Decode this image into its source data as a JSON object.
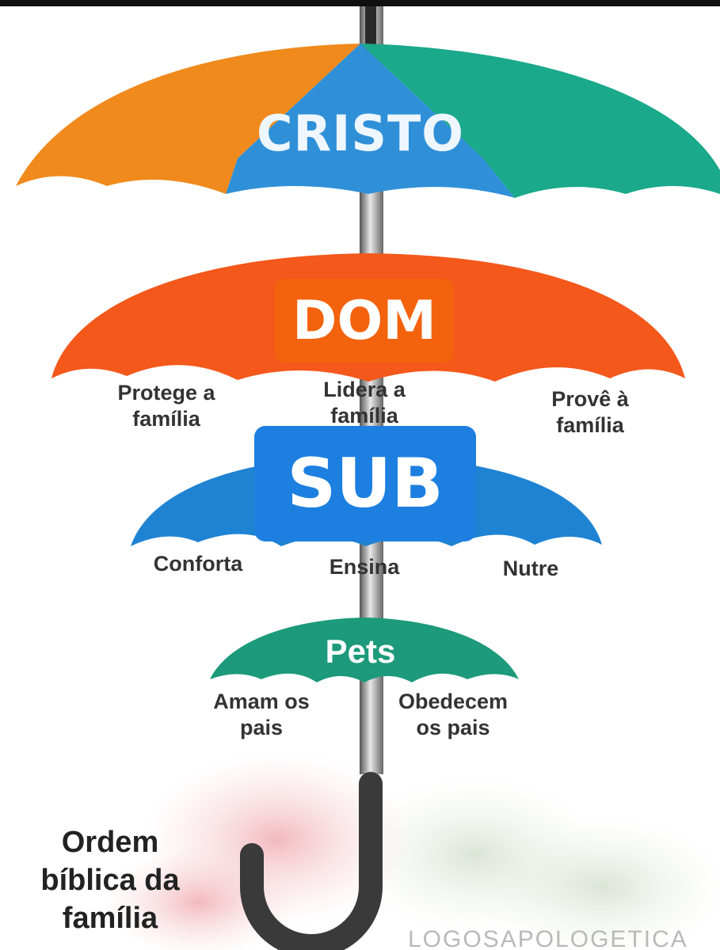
{
  "diagram": {
    "top_umbrella": {
      "label": "CRISTO",
      "colors": [
        "#f08a1c",
        "#2e8fd6",
        "#1aa889"
      ]
    },
    "dom": {
      "label": "DOM",
      "color": "#f3620d",
      "canopy_color": "#f4581b"
    },
    "dom_labels": [
      "Protege a\nfamília",
      "Lidera a\nfamília",
      "Provê à\nfamília"
    ],
    "sub": {
      "label": "SUB",
      "color": "#1d7fe0",
      "canopy_color": "#1f83d3"
    },
    "sub_labels": [
      "Conforta",
      "Ensina",
      "Nutre"
    ],
    "pets": {
      "label": "Pets",
      "color": "#1c9a7b"
    },
    "pets_labels": [
      "Amam os\npais",
      "Obedecem\nos pais"
    ],
    "caption": "Ordem\nbíblica da\nfamília",
    "watermark": "LOGOSAPOLOGETICA",
    "handle_icon": "umbrella-handle"
  }
}
